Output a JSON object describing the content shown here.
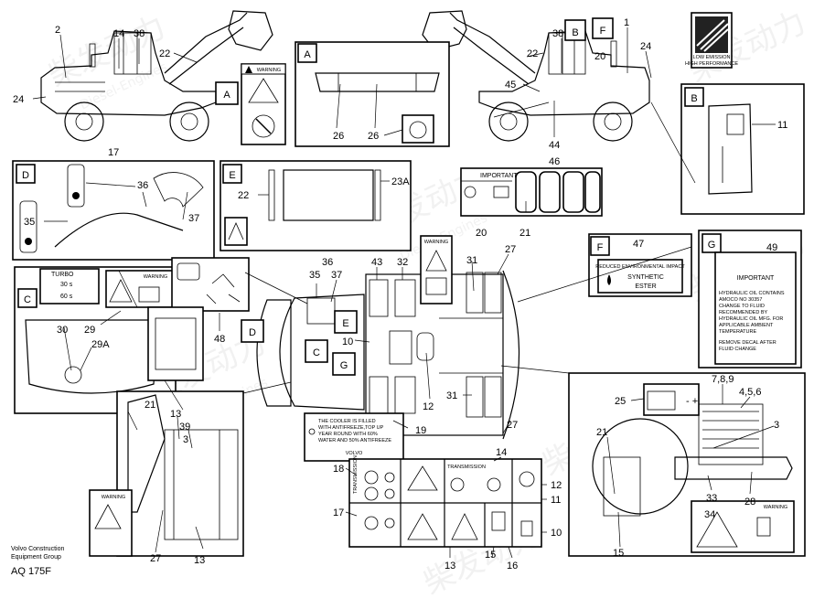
{
  "views": {
    "A": "A",
    "B": "B",
    "C": "C",
    "D": "D",
    "E": "E",
    "F": "F",
    "G": "G"
  },
  "labels": {
    "n1": "1",
    "n2": "2",
    "n3": "3",
    "n456": "4,5,6",
    "n789": "7,8,9",
    "n10": "10",
    "n11": "11",
    "n12": "12",
    "n13": "13",
    "n14": "14",
    "n15": "15",
    "n16": "16",
    "n17": "17",
    "n18": "18",
    "n19": "19",
    "n20": "20",
    "n21": "21",
    "n22": "22",
    "n23A": "23A",
    "n24": "24",
    "n25": "25",
    "n26": "26",
    "n27": "27",
    "n28": "28",
    "n29": "29",
    "n29A": "29A",
    "n30": "30",
    "n31": "31",
    "n32": "32",
    "n33": "33",
    "n34": "34",
    "n35": "35",
    "n36": "36",
    "n37": "37",
    "n38": "38",
    "n39": "39",
    "n43": "43",
    "n44": "44",
    "n45": "45",
    "n46": "46",
    "n47": "47",
    "n48": "48",
    "n49": "49"
  },
  "decals": {
    "warning": "WARNING",
    "important": "IMPORTANT",
    "turbo": "TURBO",
    "turbo_30": "30 s",
    "turbo_60": "60 s",
    "low_emission_1": "LOW EMISSION",
    "low_emission_2": "HIGH PERFORMANCE",
    "transmission": "TRANSMISSION",
    "transmission_side": "TRANSMISSION",
    "synthetic_heading": "REDUCED ENVIRONMENTAL IMPACT",
    "synthetic_1": "SYNTHETIC",
    "synthetic_2": "ESTER",
    "hydraulic_lines": [
      "HYDRAULIC OIL CONTAINS",
      "AMOCO NO 30357",
      "CHANGE TO FLUID",
      "RECOMMENDED BY",
      "HYDRAULIC OIL MFG. FOR",
      "APPLICABLE AMBIENT",
      "TEMPERATURE",
      "",
      "REMOVE DECAL AFTER",
      "FLUID CHANGE"
    ],
    "cooler_lines": [
      "THE COOLER IS FILLED",
      "WITH ANTIFREEZE,TOP UP",
      "YEAR ROUND WITH 60%",
      "WATER AND 50% ANTIFREEZE"
    ],
    "volvo": "VOLVO"
  },
  "footer": {
    "line1": "Volvo Construction",
    "line2": "Equipment Group",
    "code": "AQ 175F"
  },
  "watermark": {
    "text": "柴发动力",
    "sub": "Diesel-Engines"
  }
}
